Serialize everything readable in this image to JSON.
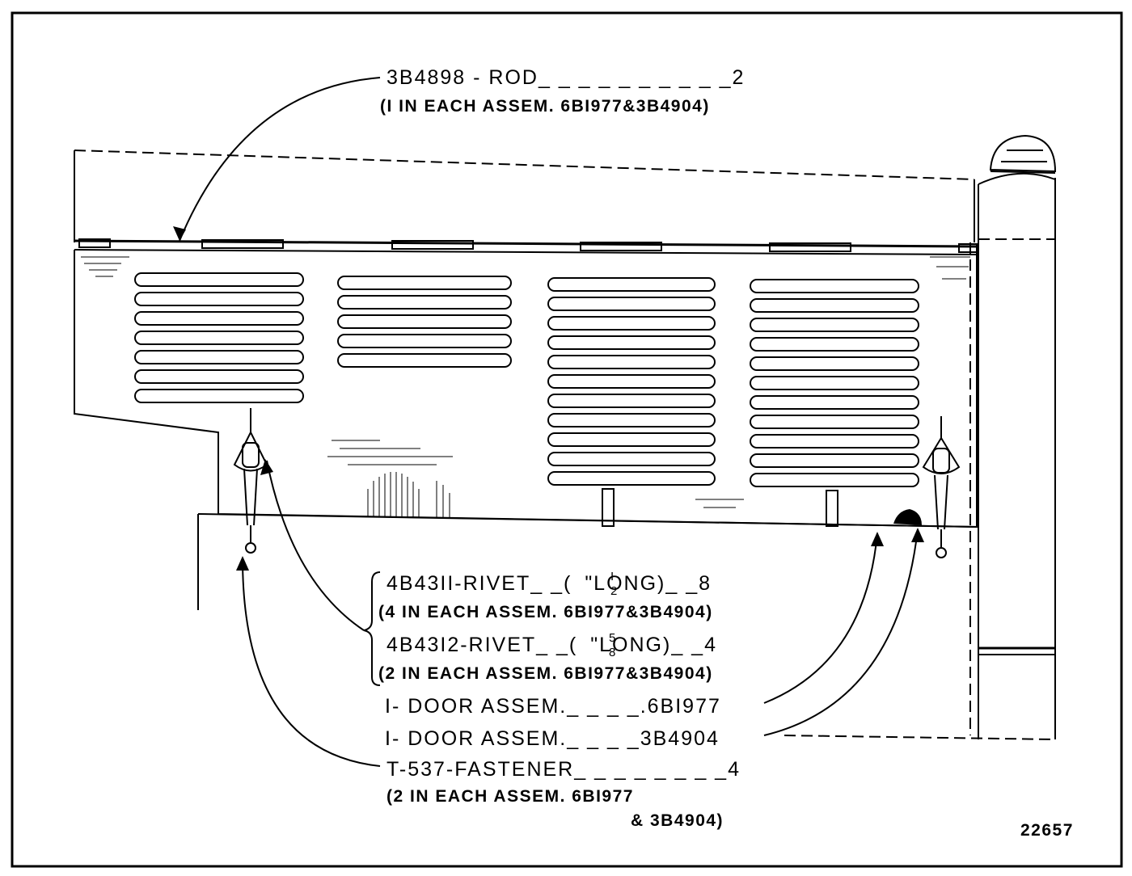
{
  "callouts": {
    "rod": {
      "line1": "3B4898 - ROD_ _ _ _ _ _ _ _ _ _2",
      "line2": "(I IN EACH ASSEM. 6BI977&3B4904)"
    },
    "rivet_half": {
      "part": "4B43II-RIVET_ _(",
      "frac_num": "I",
      "frac_den": "2",
      "after": "\"LONG)_ _8",
      "note": "(4 IN EACH ASSEM. 6BI977&3B4904)"
    },
    "rivet_five_eighths": {
      "part": "4B43I2-RIVET_ _(",
      "frac_num": "5",
      "frac_den": "8",
      "after": "\"LONG)_ _4",
      "note": "(2 IN EACH ASSEM. 6BI977&3B4904)"
    },
    "door_a": "I- DOOR ASSEM._ _ _ _.6BI977",
    "door_b": "I- DOOR ASSEM._ _ _ _3B4904",
    "fastener": {
      "line1": "T-537-FASTENER_ _ _ _ _ _ _ _4",
      "line2": "(2 IN EACH ASSEM. 6BI977",
      "line3": "& 3B4904)"
    }
  },
  "figure_number": "22657",
  "colors": {
    "ink": "#000000",
    "paper": "#ffffff"
  }
}
